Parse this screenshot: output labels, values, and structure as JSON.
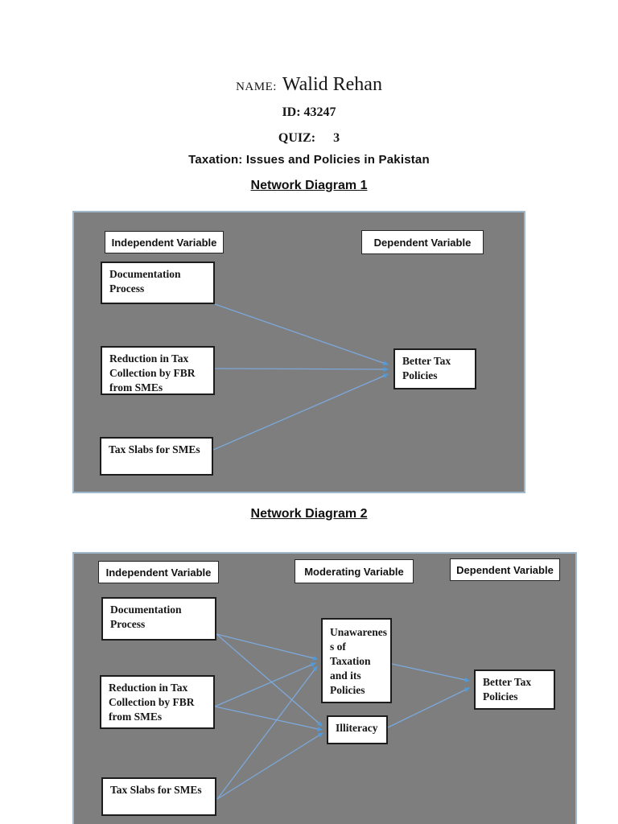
{
  "header": {
    "name_label": "NAME:",
    "name_value": "Walid Rehan",
    "id_text": "ID: 43247",
    "quiz_label": "QUIZ:",
    "quiz_value": "3",
    "course_title": "Taxation: Issues and Policies in Pakistan"
  },
  "diagram1": {
    "heading": "Network Diagram 1",
    "column_headers": {
      "independent": "Independent Variable",
      "dependent": "Dependent Variable"
    },
    "nodes": {
      "documentation": "Documentation Process",
      "reduction": "Reduction in Tax Collection by FBR from SMEs",
      "tax_slabs": "Tax Slabs for SMEs",
      "better_tax": "Better Tax Policies"
    },
    "edges": [
      {
        "from": "documentation",
        "to": "better_tax"
      },
      {
        "from": "reduction",
        "to": "better_tax"
      },
      {
        "from": "tax_slabs",
        "to": "better_tax"
      }
    ]
  },
  "diagram2": {
    "heading": "Network Diagram 2",
    "column_headers": {
      "independent": "Independent Variable",
      "moderating": "Moderating Variable",
      "dependent": "Dependent Variable"
    },
    "nodes": {
      "documentation": "Documentation Process",
      "reduction": "Reduction in Tax Collection by FBR from SMEs",
      "tax_slabs": "Tax Slabs for SMEs",
      "unawareness": "Unawareness of Taxation and its Policies",
      "illiteracy": "Illiteracy",
      "better_tax": "Better Tax Policies"
    },
    "edges": [
      {
        "from": "documentation",
        "to": "unawareness"
      },
      {
        "from": "documentation",
        "to": "illiteracy"
      },
      {
        "from": "reduction",
        "to": "unawareness"
      },
      {
        "from": "reduction",
        "to": "illiteracy"
      },
      {
        "from": "tax_slabs",
        "to": "unawareness"
      },
      {
        "from": "tax_slabs",
        "to": "illiteracy"
      },
      {
        "from": "unawareness",
        "to": "better_tax"
      },
      {
        "from": "illiteracy",
        "to": "better_tax"
      }
    ]
  },
  "colors": {
    "panel_fill": "#7E7E7E",
    "panel_border": "#A0B8CC",
    "connector_line": "#7CA8DB",
    "connector_arrow": "#4F9BDB",
    "node_border": "#1C1C1C",
    "node_fill": "#FFFFFF"
  }
}
